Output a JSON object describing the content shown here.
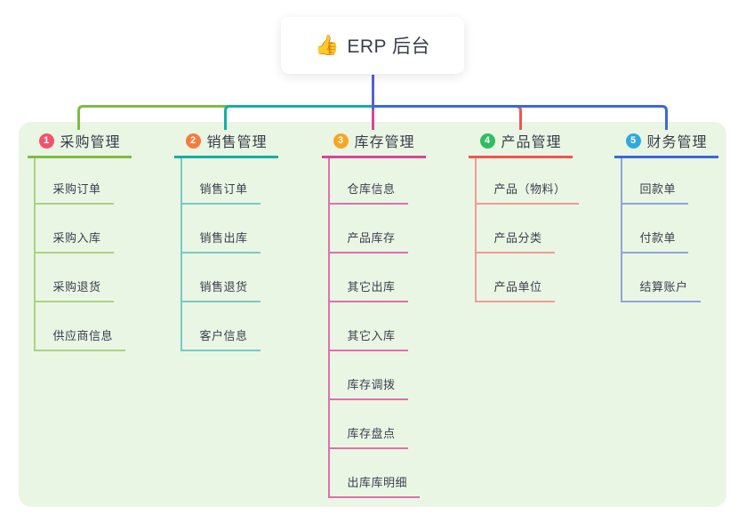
{
  "root": {
    "icon": "thumbs-up-icon",
    "emoji": "👍",
    "title": "ERP 后台"
  },
  "branches": [
    {
      "num": "1",
      "label": "采购管理",
      "badge_color": "#F4516C",
      "line_color": "#7EBD41",
      "light_color": "#ABD284",
      "children": [
        "采购订单",
        "采购入库",
        "采购退货",
        "供应商信息"
      ]
    },
    {
      "num": "2",
      "label": "销售管理",
      "badge_color": "#F57B3D",
      "line_color": "#14AFA4",
      "light_color": "#76CBC4",
      "children": [
        "销售订单",
        "销售出库",
        "销售退货",
        "客户信息"
      ]
    },
    {
      "num": "3",
      "label": "库存管理",
      "badge_color": "#F7A623",
      "line_color": "#D6459B",
      "light_color": "#E06FAE",
      "children": [
        "仓库信息",
        "产品库存",
        "其它出库",
        "其它入库",
        "库存调拨",
        "库存盘点",
        "出库库明细"
      ]
    },
    {
      "num": "4",
      "label": "产品管理",
      "badge_color": "#2EBE5F",
      "line_color": "#F4534E",
      "light_color": "#F49B93",
      "children": [
        "产品（物料）",
        "产品分类",
        "产品单位"
      ]
    },
    {
      "num": "5",
      "label": "财务管理",
      "badge_color": "#2FA9E1",
      "line_color": "#3A68DF",
      "light_color": "#8EA4DE",
      "children": [
        "回款单",
        "付款单",
        "结算账户"
      ]
    }
  ],
  "colors": {
    "panel_bg": "#EAF6E4",
    "root_line": "#5560D8",
    "text": "#3A3F4D"
  }
}
